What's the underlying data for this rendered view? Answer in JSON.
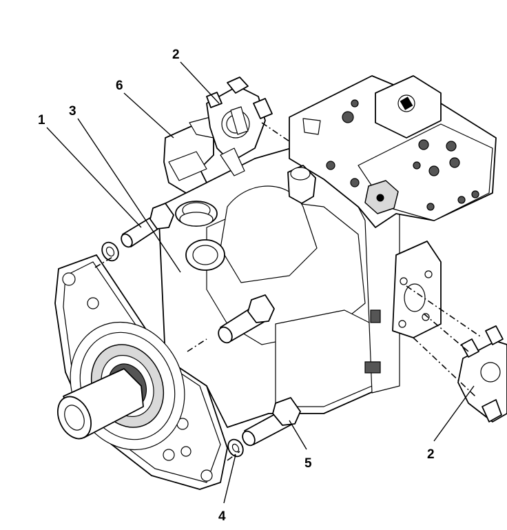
{
  "callouts": [
    {
      "id": "c1",
      "label": "1"
    },
    {
      "id": "c3",
      "label": "3"
    },
    {
      "id": "c6",
      "label": "6"
    },
    {
      "id": "c2a",
      "label": "2"
    },
    {
      "id": "c2b",
      "label": "2"
    },
    {
      "id": "c5",
      "label": "5"
    },
    {
      "id": "c4",
      "label": "4"
    }
  ]
}
